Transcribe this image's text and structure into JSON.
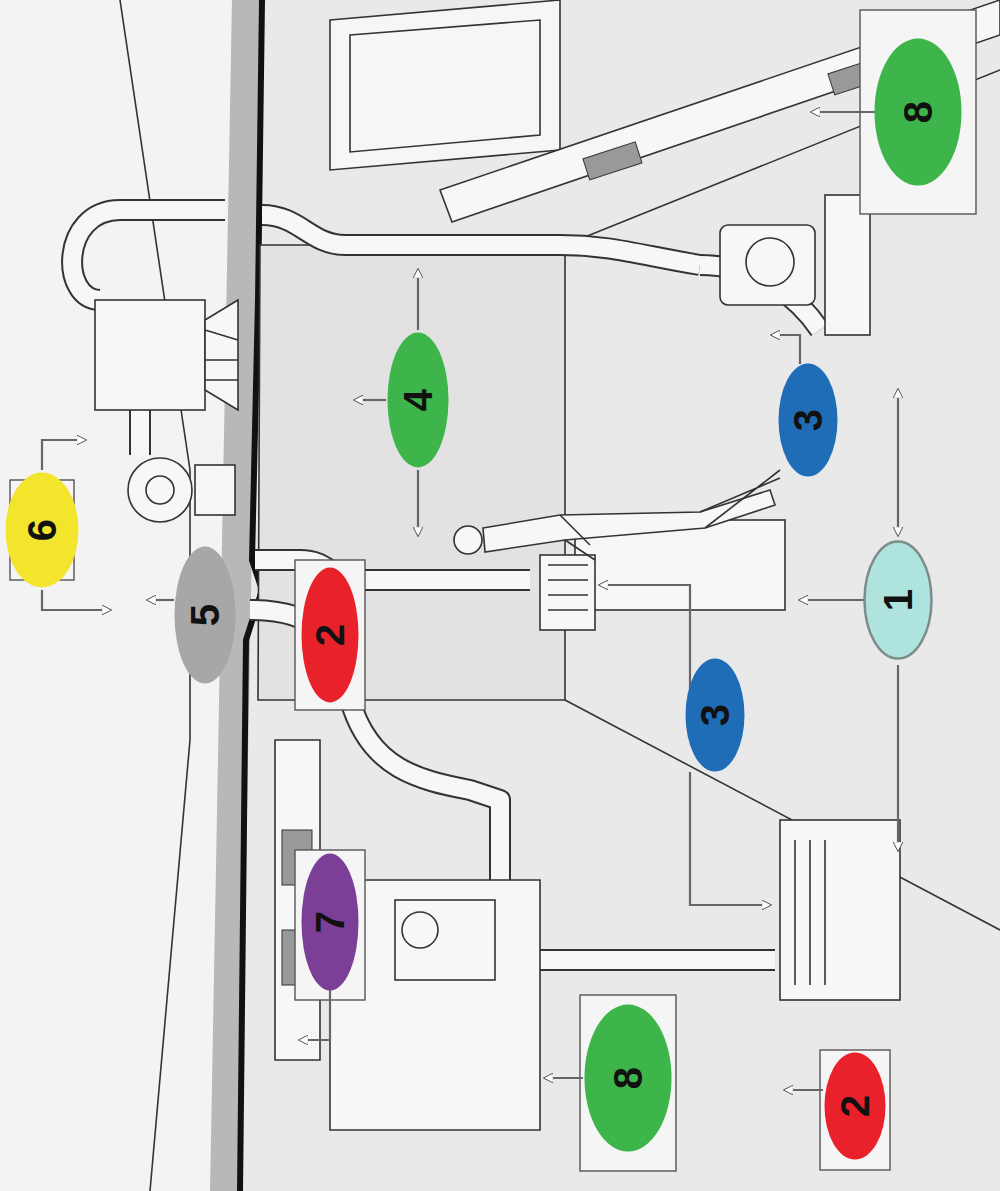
{
  "diagram": {
    "nodes": [
      {
        "text": [
          "6"
        ]
      },
      {
        "text": [
          "5"
        ]
      },
      {
        "text": [
          "4"
        ]
      },
      {
        "text": [
          "2"
        ]
      },
      {
        "text": [
          "7"
        ]
      },
      {
        "text": [
          "8"
        ]
      },
      {
        "text": [
          "3"
        ]
      },
      {
        "text": [
          "1"
        ]
      },
      {
        "text": [
          "3"
        ]
      },
      {
        "text": [
          "8"
        ]
      },
      {
        "text": [
          "2"
        ]
      }
    ]
  }
}
